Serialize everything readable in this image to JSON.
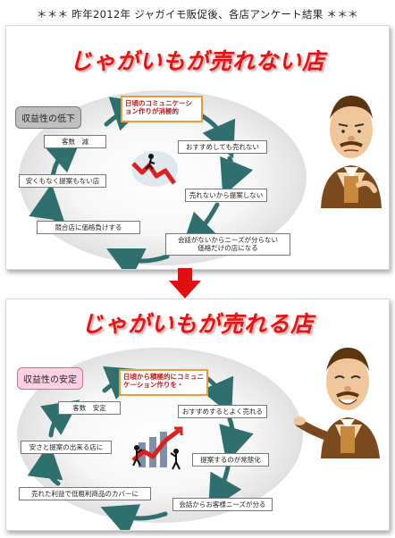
{
  "header": "＊＊＊ 昨年2012年 ジャガイモ販促後、各店アンケート結果 ＊＊＊",
  "panel_top": {
    "title": "じゃがいもが売れない店",
    "callout": "収益性の低下",
    "start_box": "日頃のコミュニケーション作りが消極的",
    "items": [
      "おすすめしても売れない",
      "売れないから提案しない",
      "会話がないからニーズが分らない\n価格だけの店になる",
      "競合店に価格負けする",
      "安くもなく提案もない店",
      "客数　減"
    ]
  },
  "panel_bottom": {
    "title": "じゃがいもが売れる店",
    "callout": "収益性の安定",
    "start_box": "日頃から積極的にコミュニケーション作りを・",
    "items": [
      "おすすめするとよく売れる",
      "提案するのが常態化",
      "会話からお客様ニーズが分る",
      "売れた利益で低粗利商品のカバーに",
      "安さと提案の出来る店に",
      "客数　安定"
    ]
  },
  "colors": {
    "title_red": "#e41414",
    "arrow_green": "#2f6f6f",
    "start_box_border": "#f09a36",
    "down_arrow": "#e01010",
    "callout_gray": "#bfbfbf",
    "callout_pink": "#ffd1e6"
  },
  "icons": [
    "falling-graph-icon",
    "rising-graph-icon",
    "worried-shopkeeper-icon",
    "smiling-shopkeeper-icon",
    "down-arrow-icon"
  ]
}
